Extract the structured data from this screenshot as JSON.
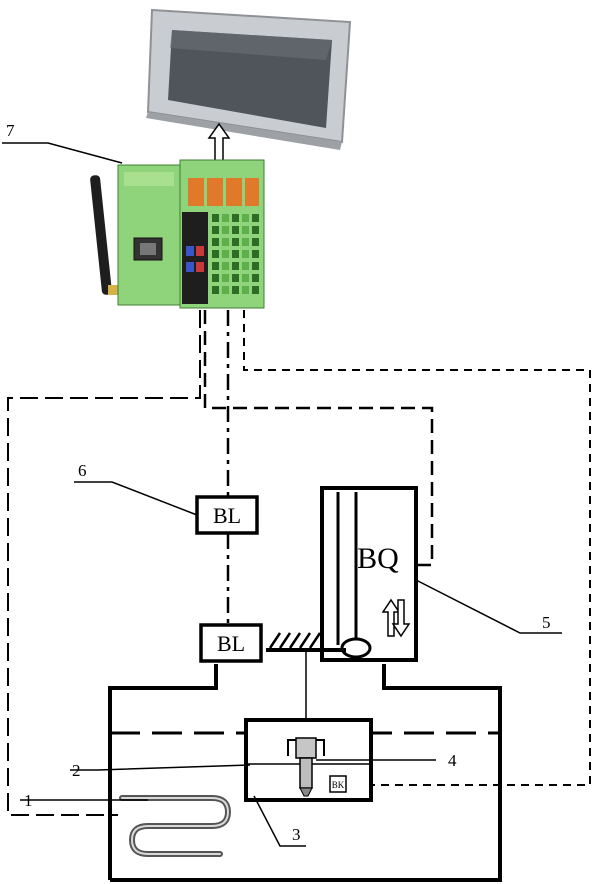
{
  "components": {
    "heater_number": "1",
    "inner_level_number": "2",
    "chamber_number": "3",
    "nozzle_number": "4",
    "bq_number": "5",
    "bl_upper_number": "6",
    "controller_number": "7"
  },
  "sensors": {
    "bl_upper": "BL",
    "bl_lower": "BL",
    "bq": "BQ",
    "bk": "BK"
  },
  "colors": {
    "line": "#000000",
    "panel_frame": "#b9bdc2",
    "panel_screen": "#55595e",
    "plc_green": "#8fd37a",
    "plc_dark_green": "#5caf4a",
    "terminal_orange": "#e07a2a"
  }
}
